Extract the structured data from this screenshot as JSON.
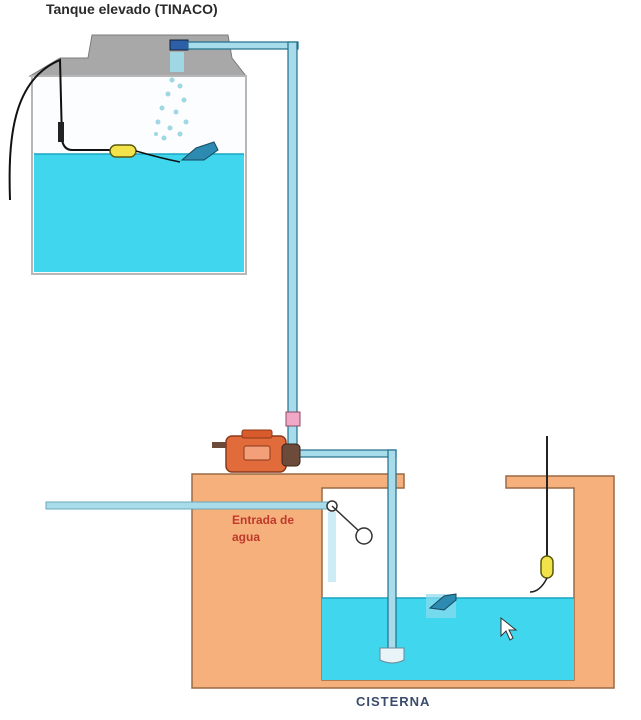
{
  "labels": {
    "tank_title": "Tanque elevado (TINACO)",
    "water_inlet_line1": "Entrada de",
    "water_inlet_line2": "agua",
    "cistern": "CISTERNA"
  },
  "colors": {
    "water": "#3fd6ee",
    "water_deep": "#29c8e6",
    "pipe": "#a9dcea",
    "pipe_edge": "#1e6f8c",
    "cistern_wall": "#f5b07c",
    "cistern_edge": "#9b6a45",
    "pump": "#e26b3c",
    "float_switch": "#f2e34a",
    "lid": "#a8a8a8"
  },
  "icons": {
    "pump": "pump-icon",
    "float_switch": "float-switch-icon",
    "float_valve": "float-valve-icon",
    "cursor": "cursor-arrow-icon"
  }
}
